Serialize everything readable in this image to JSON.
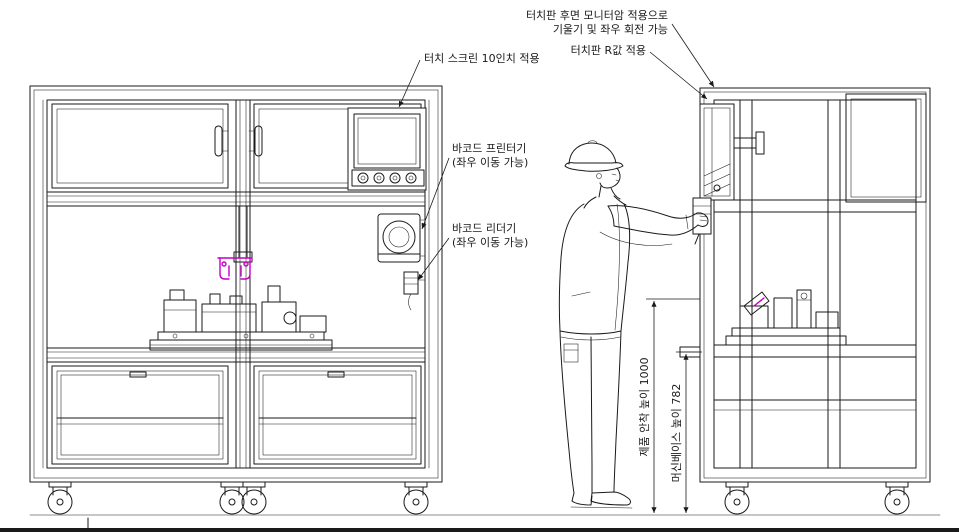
{
  "drawing": {
    "labels": {
      "monitor_arm_line1": "터치판 후면 모니터암 적용으로",
      "monitor_arm_line2": "기울기 및 좌우 회전 가능",
      "touch_r": "터치판 R값 적용",
      "touch_screen": "터치 스크린 10인치 적용",
      "barcode_printer_line1": "바코드 프린터기",
      "barcode_printer_line2": "(좌우 이동 가능)",
      "barcode_reader_line1": "바코드 리더기",
      "barcode_reader_line2": "(좌우 이동 가능)"
    },
    "dimensions": {
      "product_height": "제품 안착 높이 1000",
      "base_height": "머신베이스 높이 782"
    },
    "colors": {
      "line": "#1a1a1a",
      "accent": "#c400c4",
      "background": "#ffffff"
    }
  }
}
